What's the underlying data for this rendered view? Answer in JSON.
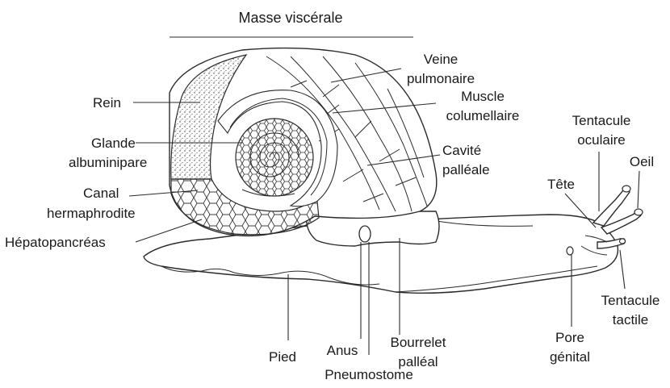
{
  "title": "Masse viscérale",
  "labels": {
    "rein": "Rein",
    "glande": [
      "Glande",
      "albuminipare"
    ],
    "canal": [
      "Canal",
      "hermaphrodite"
    ],
    "hepato": "Hépatopancréas",
    "veine": [
      "Veine",
      "pulmonaire"
    ],
    "muscle": [
      "Muscle",
      "columellaire"
    ],
    "cavite": [
      "Cavité",
      "palléale"
    ],
    "tentacule_oculaire": [
      "Tentacule",
      "oculaire"
    ],
    "oeil": "Oeil",
    "tete": "Tête",
    "tentacule_tactile": [
      "Tentacule",
      "tactile"
    ],
    "pied": "Pied",
    "anus": "Anus",
    "pneumostome": "Pneumostome",
    "bourrelet": [
      "Bourrelet",
      "palléal"
    ],
    "pore": [
      "Pore",
      "génital"
    ]
  }
}
